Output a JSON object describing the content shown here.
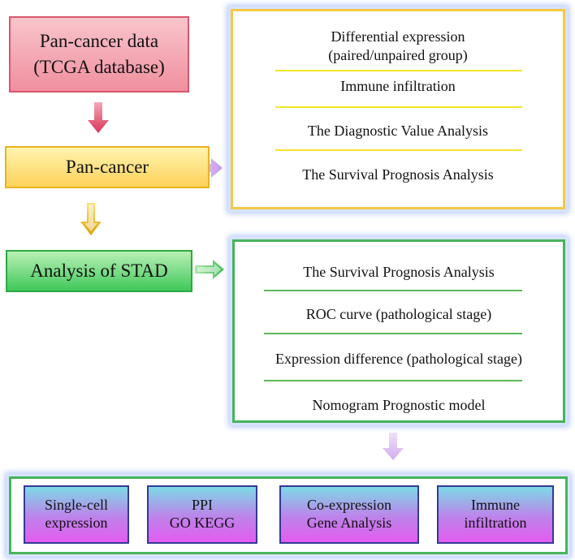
{
  "colors": {
    "pan_data_fill": "#f08f9f",
    "pan_cancer_fill": "#fcd15a",
    "stad_fill": "#40c85a",
    "pan_panel_border": "#f4c946",
    "stad_panel_border": "#45b45a",
    "tile_gradient": [
      "#7dd9e6",
      "#be82ea",
      "#e35cf0"
    ],
    "glow": "#b7c9f7"
  },
  "nodes": {
    "pan_data": {
      "lines": [
        "Pan-cancer data",
        "(TCGA database)"
      ]
    },
    "pan_cancer": {
      "label": "Pan-cancer"
    },
    "stad": {
      "label": "Analysis of STAD"
    }
  },
  "pan_panel": {
    "items": [
      {
        "lines": [
          "Differential expression",
          "(paired/unpaired group)"
        ]
      },
      {
        "lines": [
          "Immune infiltration"
        ]
      },
      {
        "lines": [
          "The Diagnostic Value Analysis"
        ]
      },
      {
        "lines": [
          "The Survival Prognosis Analysis"
        ]
      }
    ]
  },
  "stad_panel": {
    "items": [
      {
        "lines": [
          "The Survival Prognosis Analysis"
        ]
      },
      {
        "lines": [
          "ROC curve (pathological stage)"
        ]
      },
      {
        "lines": [
          "Expression difference (pathological stage)"
        ]
      },
      {
        "lines": [
          "Nomogram Prognostic model"
        ]
      }
    ]
  },
  "bottom": {
    "tiles": [
      {
        "lines": [
          "Single-cell",
          "expression"
        ]
      },
      {
        "lines": [
          "PPI",
          "GO KEGG"
        ]
      },
      {
        "lines": [
          "Co-expression",
          "Gene Analysis"
        ]
      },
      {
        "lines": [
          "Immune",
          "infiltration"
        ]
      }
    ]
  },
  "arrows": [
    {
      "from": "pan_data",
      "to": "pan_cancer",
      "color": "#e0506c"
    },
    {
      "from": "pan_cancer",
      "to": "pan_panel",
      "color": "#d2a8ec"
    },
    {
      "from": "pan_cancer",
      "to": "stad",
      "color": "#e8b010"
    },
    {
      "from": "stad",
      "to": "stad_panel",
      "color": "#6ccf78"
    },
    {
      "from": "stad_panel",
      "to": "bottom",
      "color": "#dbb8f0"
    }
  ]
}
